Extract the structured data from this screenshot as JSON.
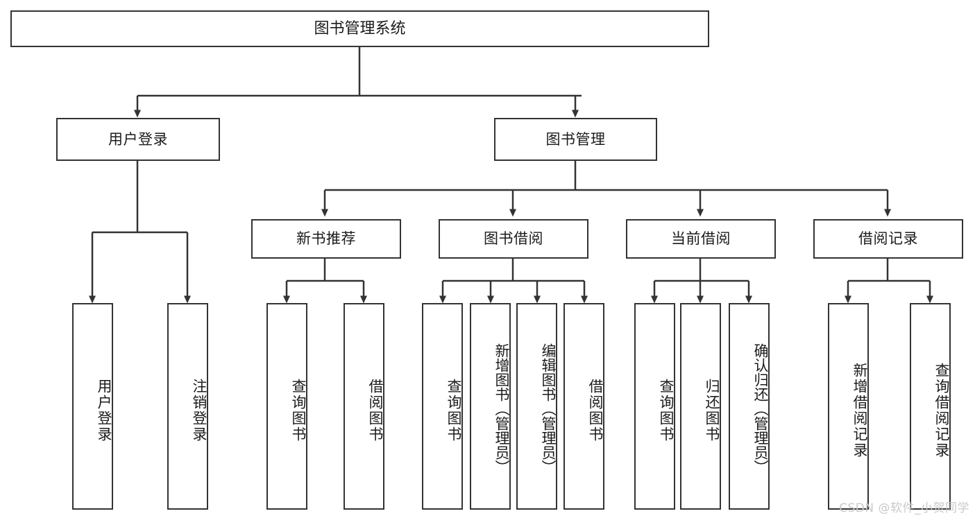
{
  "diagram": {
    "type": "tree-hierarchy",
    "title": "图书管理系统",
    "root": {
      "label": "图书管理系统"
    },
    "level2": [
      {
        "id": "user-login",
        "label": "用户登录"
      },
      {
        "id": "book-manage",
        "label": "图书管理"
      }
    ],
    "level3": [
      {
        "id": "new-book-recommend",
        "label": "新书推荐"
      },
      {
        "id": "book-borrow",
        "label": "图书借阅"
      },
      {
        "id": "current-borrow",
        "label": "当前借阅"
      },
      {
        "id": "borrow-record",
        "label": "借阅记录"
      }
    ],
    "leaves": {
      "user_login": [
        {
          "id": "leaf-user-login",
          "label": "用户登录"
        },
        {
          "id": "leaf-logout-login",
          "label": "注销登录"
        }
      ],
      "new_book_recommend": [
        {
          "id": "leaf-query-book-1",
          "label": "查询图书"
        },
        {
          "id": "leaf-borrow-book-1",
          "label": "借阅图书"
        }
      ],
      "book_borrow": [
        {
          "id": "leaf-query-book-2",
          "label": "查询图书"
        },
        {
          "id": "leaf-add-book-admin",
          "label": "新增图书（管理员）"
        },
        {
          "id": "leaf-edit-book-admin",
          "label": "编辑图书（管理员）"
        },
        {
          "id": "leaf-borrow-book-2",
          "label": "借阅图书"
        }
      ],
      "current_borrow": [
        {
          "id": "leaf-query-book-3",
          "label": "查询图书"
        },
        {
          "id": "leaf-return-book",
          "label": "归还图书"
        },
        {
          "id": "leaf-confirm-return-admin",
          "label": "确认归还（管理员）"
        }
      ],
      "borrow_record": [
        {
          "id": "leaf-add-borrow-record",
          "label": "新增借阅记录"
        },
        {
          "id": "leaf-query-borrow-record",
          "label": "查询借阅记录"
        }
      ]
    },
    "colors": {
      "stroke": "#333333",
      "fill": "#ffffff",
      "text": "#1b1b1b",
      "watermark": "#c9c9c9"
    }
  },
  "watermark": {
    "text": "CSDN @软件_小贺同学"
  }
}
